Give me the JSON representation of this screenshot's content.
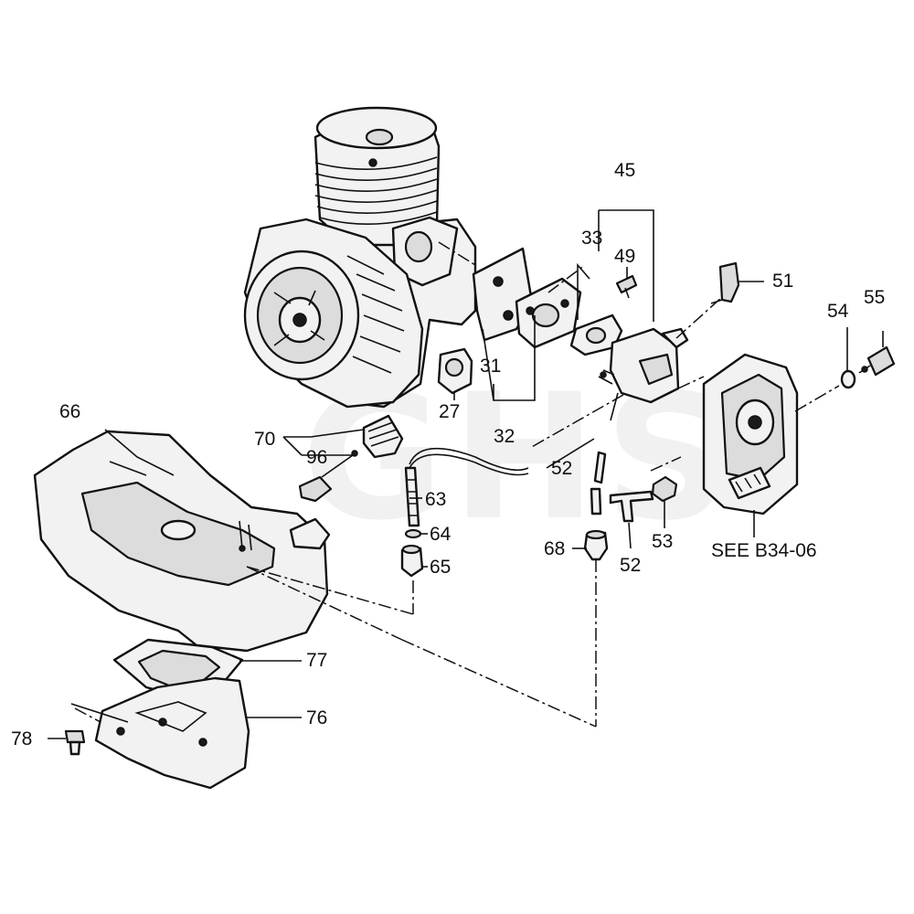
{
  "diagram": {
    "watermark": "GHS",
    "reference_note": "SEE B34-06",
    "part_numbers": {
      "p45": "45",
      "p33": "33",
      "p49": "49",
      "p51": "51",
      "p54": "54",
      "p55": "55",
      "p31": "31",
      "p27": "27",
      "p32": "32",
      "p66": "66",
      "p70": "70",
      "p96": "96",
      "p52a": "52",
      "p63": "63",
      "p64": "64",
      "p65": "65",
      "p68": "68",
      "p53": "53",
      "p52b": "52",
      "p77": "77",
      "p76": "76",
      "p78": "78"
    }
  }
}
